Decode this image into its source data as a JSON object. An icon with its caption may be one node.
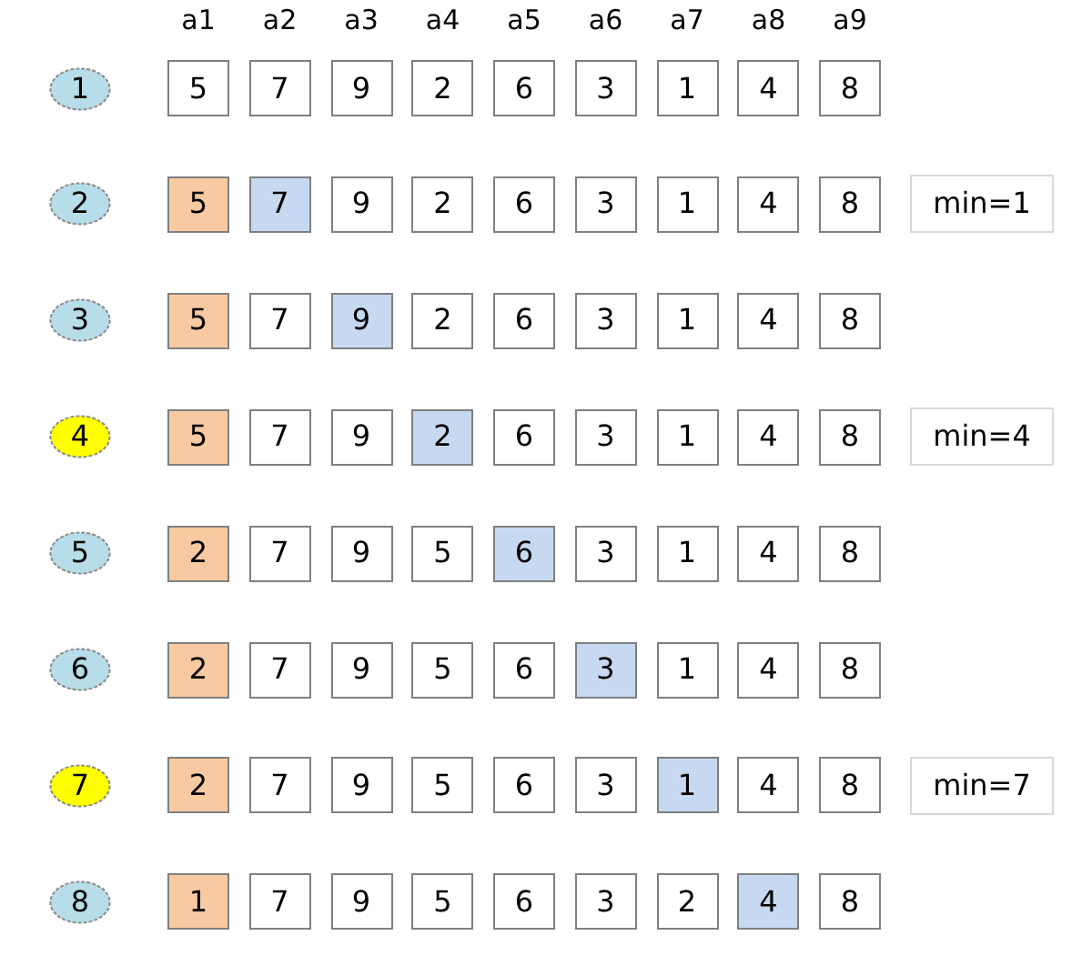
{
  "diagram": {
    "nodes": [
      {
        "text": [
          "1"
        ]
      },
      {
        "text": [
          "5"
        ]
      },
      {
        "text": [
          "7"
        ]
      },
      {
        "text": [
          "9"
        ]
      },
      {
        "text": [
          "2"
        ]
      },
      {
        "text": [
          "6"
        ]
      },
      {
        "text": [
          "3"
        ]
      },
      {
        "text": [
          "1"
        ]
      },
      {
        "text": [
          "4"
        ]
      },
      {
        "text": [
          "8"
        ]
      },
      {
        "text": [
          "2"
        ]
      },
      {
        "text": [
          "5"
        ]
      },
      {
        "text": [
          "7"
        ]
      },
      {
        "text": [
          "9"
        ]
      },
      {
        "text": [
          "2"
        ]
      },
      {
        "text": [
          "6"
        ]
      },
      {
        "text": [
          "3"
        ]
      },
      {
        "text": [
          "1"
        ]
      },
      {
        "text": [
          "4"
        ]
      },
      {
        "text": [
          "8"
        ]
      },
      {
        "text": [
          "min=1"
        ]
      },
      {
        "text": [
          "3"
        ]
      },
      {
        "text": [
          "5"
        ]
      },
      {
        "text": [
          "7"
        ]
      },
      {
        "text": [
          "9"
        ]
      },
      {
        "text": [
          "2"
        ]
      },
      {
        "text": [
          "6"
        ]
      },
      {
        "text": [
          "3"
        ]
      },
      {
        "text": [
          "1"
        ]
      },
      {
        "text": [
          "4"
        ]
      },
      {
        "text": [
          "8"
        ]
      },
      {
        "text": [
          "4"
        ]
      },
      {
        "text": [
          "5"
        ]
      },
      {
        "text": [
          "7"
        ]
      },
      {
        "text": [
          "9"
        ]
      },
      {
        "text": [
          "2"
        ]
      },
      {
        "text": [
          "6"
        ]
      },
      {
        "text": [
          "3"
        ]
      },
      {
        "text": [
          "1"
        ]
      },
      {
        "text": [
          "4"
        ]
      },
      {
        "text": [
          "8"
        ]
      },
      {
        "text": [
          "min=4"
        ]
      },
      {
        "text": [
          "5"
        ]
      },
      {
        "text": [
          "2"
        ]
      },
      {
        "text": [
          "7"
        ]
      },
      {
        "text": [
          "9"
        ]
      },
      {
        "text": [
          "5"
        ]
      },
      {
        "text": [
          "6"
        ]
      },
      {
        "text": [
          "3"
        ]
      },
      {
        "text": [
          "1"
        ]
      },
      {
        "text": [
          "4"
        ]
      },
      {
        "text": [
          "8"
        ]
      },
      {
        "text": [
          "6"
        ]
      },
      {
        "text": [
          "2"
        ]
      },
      {
        "text": [
          "7"
        ]
      },
      {
        "text": [
          "9"
        ]
      },
      {
        "text": [
          "5"
        ]
      },
      {
        "text": [
          "6"
        ]
      },
      {
        "text": [
          "3"
        ]
      },
      {
        "text": [
          "1"
        ]
      },
      {
        "text": [
          "4"
        ]
      },
      {
        "text": [
          "8"
        ]
      },
      {
        "text": [
          "7"
        ]
      },
      {
        "text": [
          "2"
        ]
      },
      {
        "text": [
          "7"
        ]
      },
      {
        "text": [
          "9"
        ]
      },
      {
        "text": [
          "5"
        ]
      },
      {
        "text": [
          "6"
        ]
      },
      {
        "text": [
          "3"
        ]
      },
      {
        "text": [
          "1"
        ]
      },
      {
        "text": [
          "4"
        ]
      },
      {
        "text": [
          "8"
        ]
      },
      {
        "text": [
          "min=7"
        ]
      },
      {
        "text": [
          "8"
        ]
      },
      {
        "text": [
          "1"
        ]
      },
      {
        "text": [
          "7"
        ]
      },
      {
        "text": [
          "9"
        ]
      },
      {
        "text": [
          "5"
        ]
      },
      {
        "text": [
          "6"
        ]
      },
      {
        "text": [
          "3"
        ]
      },
      {
        "text": [
          "2"
        ]
      },
      {
        "text": [
          "4"
        ]
      },
      {
        "text": [
          "8"
        ]
      }
    ],
    "labels": [
      "a1",
      "a2",
      "a3",
      "a4",
      "a5",
      "a6",
      "a7",
      "a8",
      "a9"
    ]
  }
}
